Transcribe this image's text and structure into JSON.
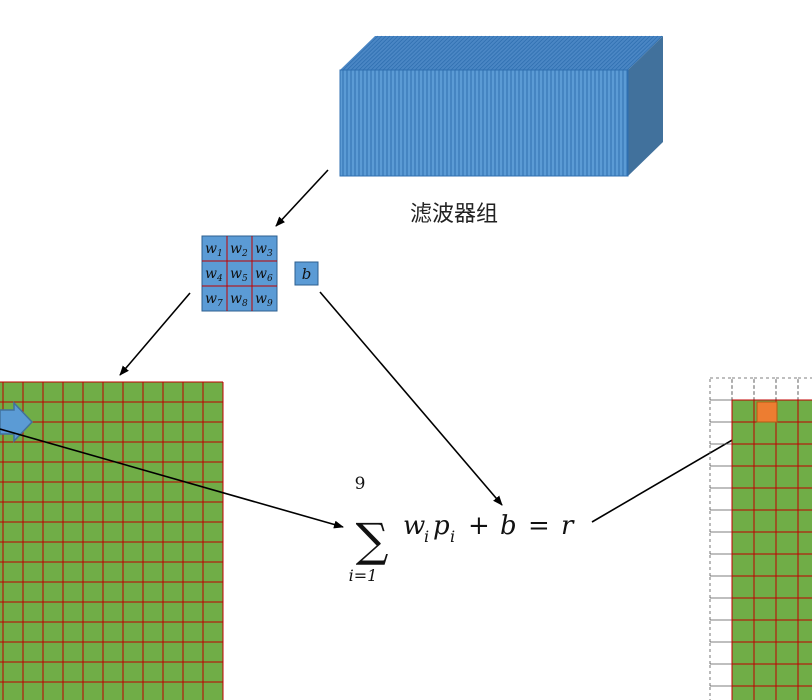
{
  "filter_bank": {
    "label": "滤波器组",
    "front_color": "#5b9bd5",
    "side_color": "#41719c",
    "top_color": "#4a86c4",
    "stripe_color": "#2f6fb0"
  },
  "kernel": {
    "cells": [
      "w1",
      "w2",
      "w3",
      "w4",
      "w5",
      "w6",
      "w7",
      "w8",
      "w9"
    ],
    "subscripts": [
      "1",
      "2",
      "3",
      "4",
      "5",
      "6",
      "7",
      "8",
      "9"
    ],
    "base_symbol": "w",
    "fill_color": "#5b9bd5",
    "grid_color": "#c00000"
  },
  "bias": {
    "symbol": "b",
    "fill_color": "#5b9bd5"
  },
  "formula": {
    "sum_symbol": "∑",
    "upper_limit": "9",
    "lower_limit": "i=1",
    "w": "w",
    "w_sub": "i",
    "p": "p",
    "p_sub": "i",
    "plus": "+",
    "b": "b",
    "equals": "=",
    "r": "r"
  },
  "input_grid": {
    "fill_color": "#70ad47",
    "line_color": "#c00000"
  },
  "output_grid": {
    "fill_color": "#70ad47",
    "line_color": "#c00000",
    "highlight_color": "#ed7d31",
    "padding_border_color": "#555555"
  }
}
